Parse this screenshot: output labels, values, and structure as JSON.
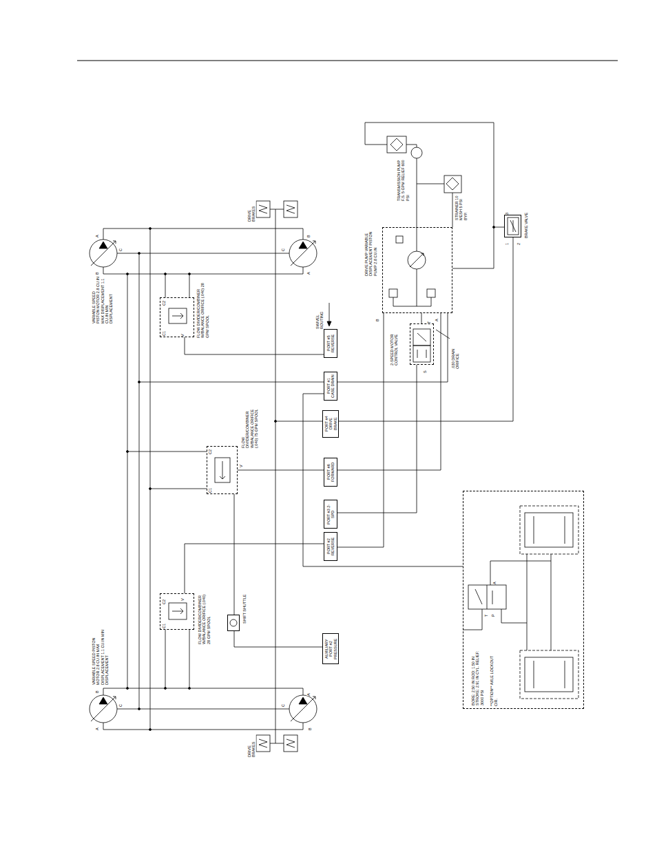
{
  "diagram": {
    "nodes": [
      {
        "text": [
          "PORT #5 REVERSE"
        ]
      },
      {
        "text": [
          "PORT #1 CASE DRAIN"
        ]
      },
      {
        "text": [
          "PORT #4 DRIVE BRAKE"
        ]
      },
      {
        "text": [
          "PORT #6 FORWARD"
        ]
      },
      {
        "text": [
          "PORT #3 2-SPD"
        ]
      },
      {
        "text": [
          "PORT #2 REVERSE"
        ]
      },
      {
        "text": [
          "AUXILIARY PORT #2 PRESSURE"
        ]
      },
      {
        "text": [
          "FLOW DIVIDER/COMBINER W/BALANCE ORIFICE (.040) 28 GPM SPOOL"
        ]
      },
      {
        "text": [
          "FLOW DIVIDER/COMBINER W/BALANCE ORIFICE (.040) 75 GPM SPOOL"
        ]
      },
      {
        "text": [
          "FLOW DIVIDER/COMBINER W/BALANCE ORIFICE (.040) 28 GPM SPOOL"
        ]
      },
      {
        "text": [
          "DRIVE PUMP VARIABLE DISPLACEMENT PISTON PUMP 2.8 CU.IN"
        ]
      },
      {
        "text": [
          "2-SPEED MOTOR CONTROL VALVE"
        ]
      },
      {
        "text": [
          "BRAKE VALVE"
        ]
      },
      {
        "text": [
          "SHIFT SHUTTLE"
        ]
      },
      {
        "text": [
          "**OPTION** AXLE LOCKOUT CIR."
        ]
      }
    ],
    "edges": [
      {
        "from": 0,
        "to": 7,
        "arrow": "none"
      },
      {
        "from": 3,
        "to": 8,
        "arrow": "none"
      },
      {
        "from": 3,
        "to": 10,
        "arrow": "none"
      },
      {
        "from": 5,
        "to": 9,
        "arrow": "none"
      },
      {
        "from": 5,
        "to": 10,
        "arrow": "none"
      },
      {
        "from": 2,
        "to": 12,
        "arrow": "none"
      },
      {
        "from": 4,
        "to": 11,
        "arrow": "none"
      },
      {
        "from": 1,
        "to": 10,
        "arrow": "none"
      },
      {
        "from": 6,
        "to": 13,
        "arrow": "none"
      },
      {
        "from": 13,
        "to": 8,
        "arrow": "none"
      },
      {
        "from": 1,
        "to": 14,
        "arrow": "none"
      },
      {
        "from": 11,
        "to": 10,
        "arrow": "none"
      }
    ],
    "labels": [
      "VARIABLE SPEED PISTON MOTOR 2.8 CU.IN MAX DISPLACEMENT 1.1 CU.IN MIN DISPLACEMENT",
      "VARIABLE SPEED PISTON MOTOR 2.8 CU.IN MAX DISPLACEMENT 1.1 CU.IN MIN DISPLACEMENT",
      "DRIVE BRAKES",
      "DRIVE BRAKES",
      "SWIVEL ROUTING",
      "TRANSMISSION PUMP F.S. 5 GPM RELIEF 600 PSI",
      "STRAINER 10 MESH 5 PSI BYP.",
      ".030 DRAIN ORIFICE",
      "BORE: 2.50 IN ROD: 1.50 IN STROKE: 2.91 IN CYL. RELIEF: 3000 PSI",
      "A",
      "B",
      "C",
      "B",
      "C",
      "A",
      "B",
      "C",
      "A",
      "A",
      "C",
      "B",
      "C2",
      "C1",
      "V",
      "C2",
      "C1",
      "V",
      "V",
      "C2",
      "C1",
      "B",
      "A",
      "T",
      "S",
      "3",
      "1",
      "2",
      "A",
      "T",
      "P"
    ]
  }
}
